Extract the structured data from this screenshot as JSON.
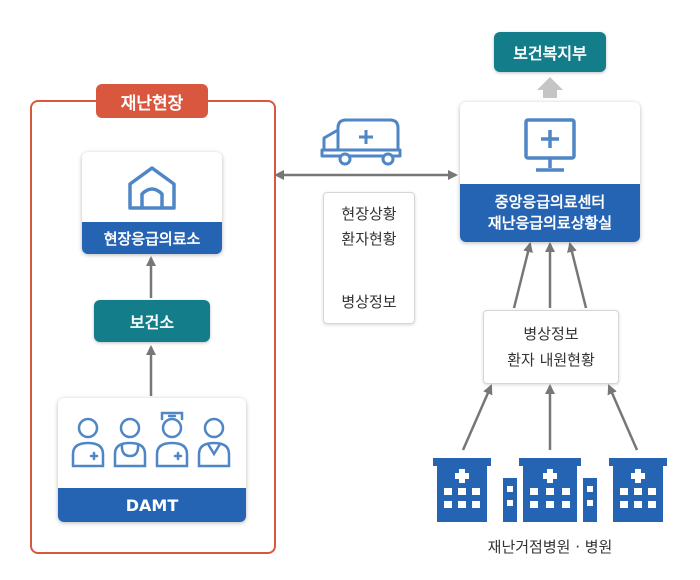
{
  "disaster_site": {
    "label": "재난현장",
    "accent": "#d9573f"
  },
  "field_clinic": {
    "label": "현장응급의료소",
    "icon": "tent-icon"
  },
  "health_center": {
    "label": "보건소"
  },
  "damt": {
    "label": "DAMT",
    "icon": "medical-team-icon"
  },
  "ministry": {
    "label": "보건복지부"
  },
  "central_center": {
    "line1": "중앙응급의료센터",
    "line2": "재난응급의료상황실",
    "icon": "monitor-medical-icon"
  },
  "ambulance": {
    "icon": "ambulance-icon"
  },
  "status_info": {
    "line1": "현장상황",
    "line2": "환자현황",
    "line3": "병상정보"
  },
  "hospital_info": {
    "line1": "병상정보",
    "line2": "환자 내원현황"
  },
  "hospitals": {
    "label": "재난거점병원 · 병원",
    "icon": "hospital-icon"
  },
  "colors": {
    "blue": "#2563b3",
    "teal": "#137e8a",
    "frame": "#d9573f",
    "arrow": "#777777",
    "icon": "#4f86c6"
  }
}
